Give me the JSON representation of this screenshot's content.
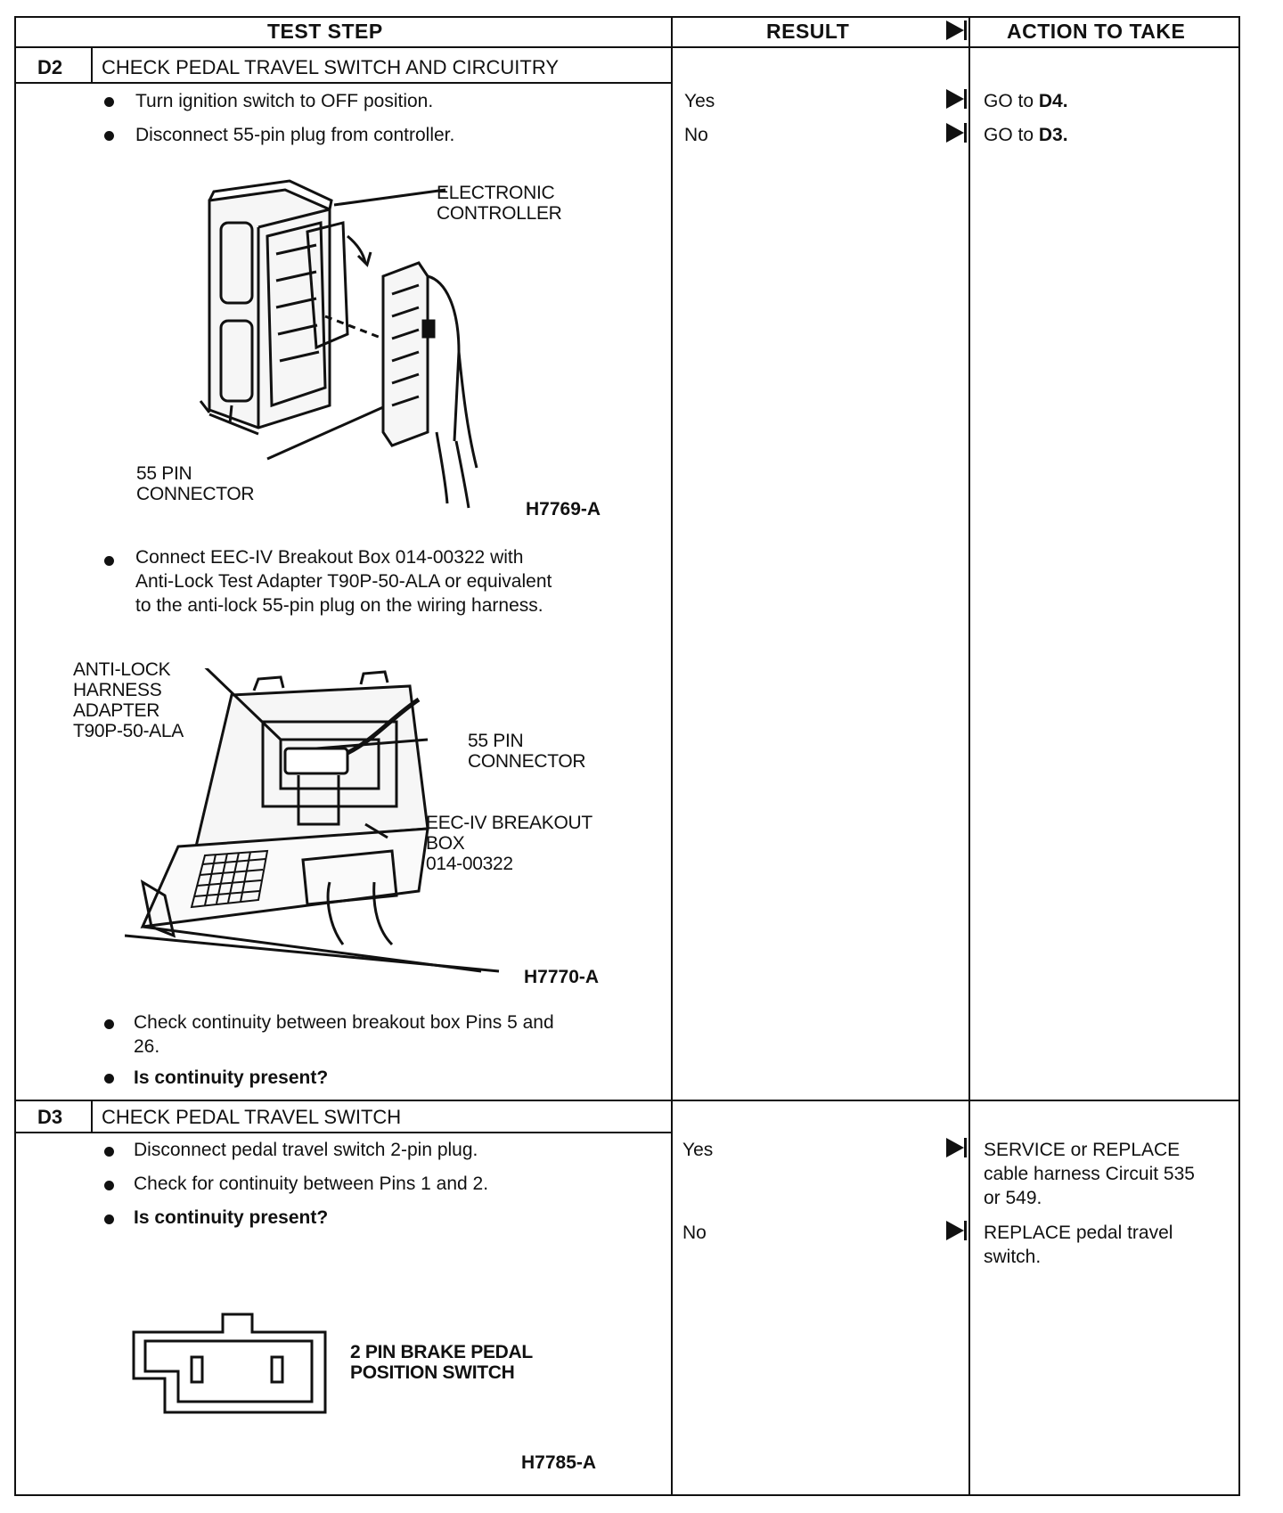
{
  "header": {
    "test_step": "TEST STEP",
    "result": "RESULT",
    "action": "ACTION TO TAKE"
  },
  "d2": {
    "code": "D2",
    "title": "CHECK PEDAL TRAVEL SWITCH AND CIRCUITRY",
    "steps": [
      "Turn ignition switch to OFF position.",
      "Disconnect 55-pin plug from controller."
    ],
    "fig1": {
      "label_controller": [
        "ELECTRONIC",
        "CONTROLLER"
      ],
      "label_connector": [
        "55 PIN",
        "CONNECTOR"
      ],
      "id": "H7769-A"
    },
    "step3": [
      "Connect EEC-IV Breakout Box 014-00322 with",
      "Anti-Lock Test Adapter T90P-50-ALA or equivalent",
      "to the anti-lock 55-pin plug on the wiring harness."
    ],
    "fig2": {
      "label_adapter": [
        "ANTI-LOCK",
        "HARNESS",
        "ADAPTER",
        "T90P-50-ALA"
      ],
      "label_connector": [
        "55 PIN",
        "CONNECTOR"
      ],
      "label_box": [
        "EEC-IV BREAKOUT",
        "BOX",
        "014-00322"
      ],
      "id": "H7770-A"
    },
    "step4": [
      "Check continuity between breakout box Pins 5 and",
      "26."
    ],
    "question": "Is continuity present?",
    "results": [
      {
        "result": "Yes",
        "action_prefix": "GO to ",
        "action_bold": "D4."
      },
      {
        "result": "No",
        "action_prefix": "GO to ",
        "action_bold": "D3."
      }
    ]
  },
  "d3": {
    "code": "D3",
    "title": "CHECK PEDAL TRAVEL SWITCH",
    "steps": [
      "Disconnect pedal travel switch 2-pin plug.",
      "Check for continuity between Pins 1 and 2."
    ],
    "question": "Is continuity present?",
    "fig": {
      "label": [
        "2 PIN BRAKE PEDAL",
        "POSITION SWITCH"
      ],
      "id": "H7785-A"
    },
    "results": [
      {
        "result": "Yes",
        "action": [
          "SERVICE or REPLACE",
          "cable harness Circuit 535",
          "or 549."
        ]
      },
      {
        "result": "No",
        "action": [
          "REPLACE pedal travel",
          "switch."
        ]
      }
    ]
  }
}
